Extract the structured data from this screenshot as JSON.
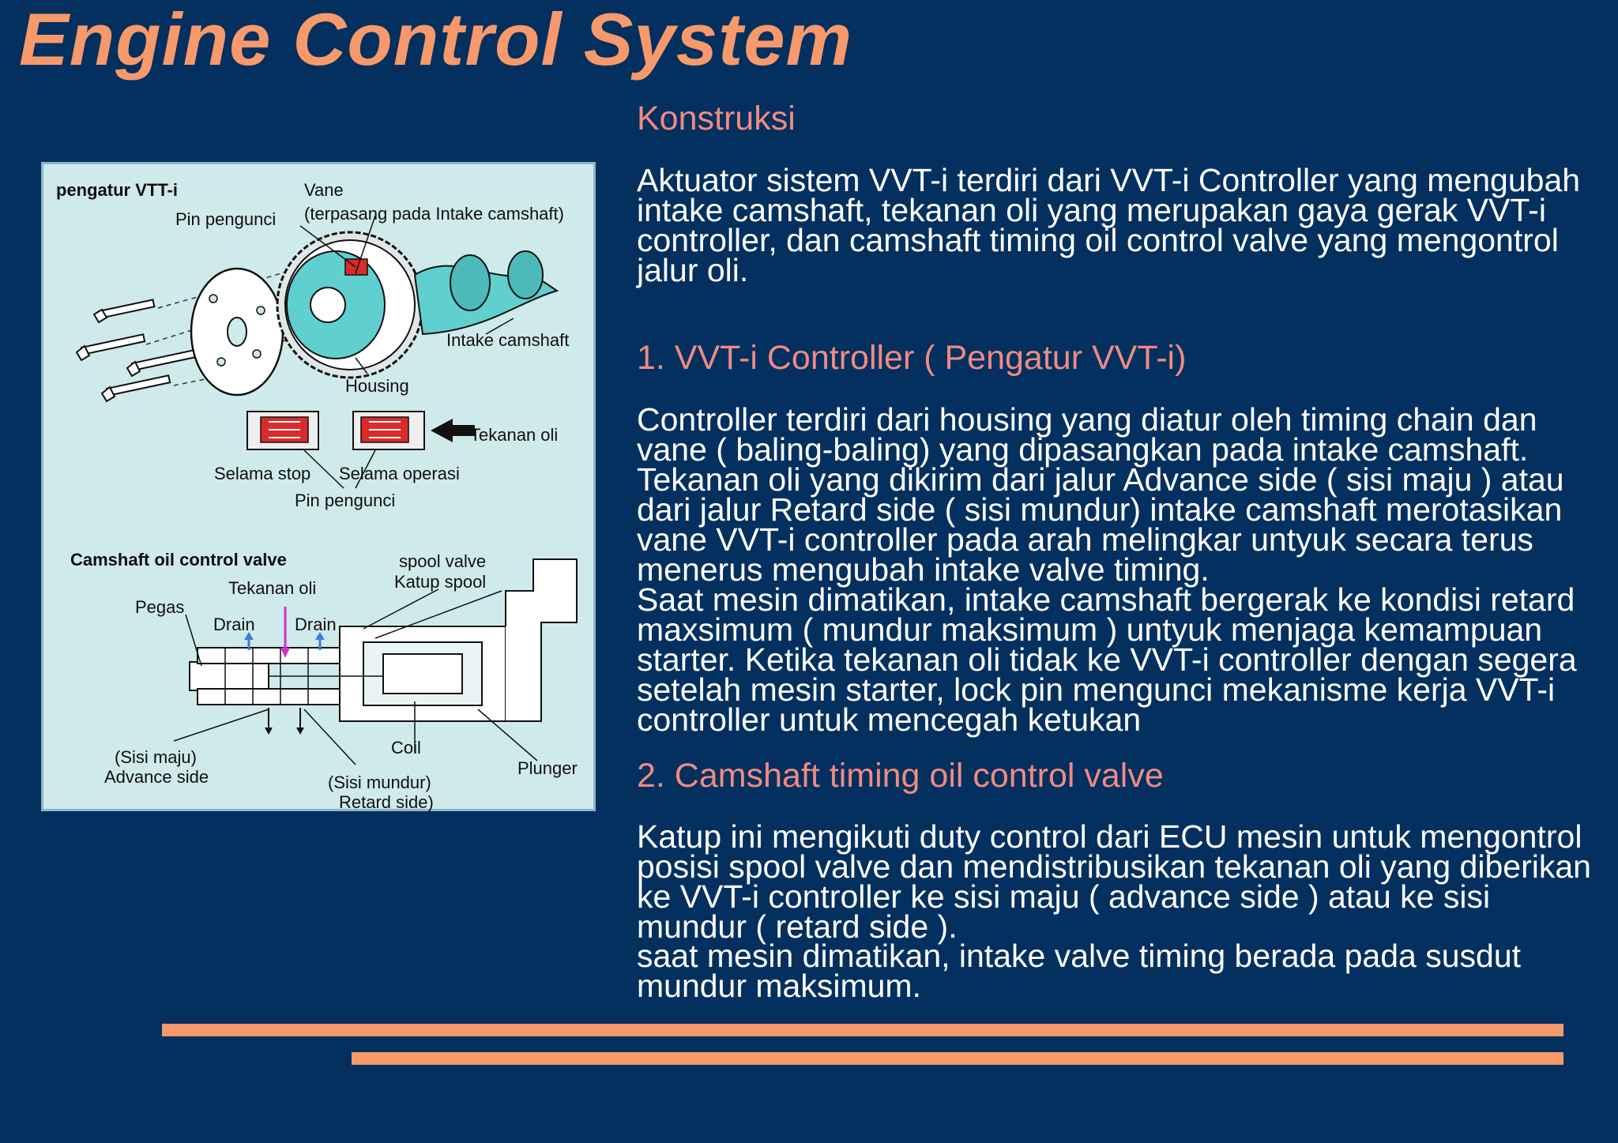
{
  "title": "Engine Control System",
  "section_construction": "Konstruksi",
  "intro_text": "Aktuator sistem VVT-i terdiri  dari VVT-i Controller yang mengubah intake camshaft, tekanan oli yang merupakan gaya gerak VVT-i controller, dan camshaft timing oil control valve yang mengontrol jalur oli.",
  "heading_1": "1. VVT-i Controller ( Pengatur VVT-i)",
  "text_1a": "Controller terdiri dari housing yang diatur oleh timing chain dan vane ( baling-baling) yang dipasangkan pada intake camshaft. Tekanan oli yang dikirim dari jalur Advance side ( sisi maju ) atau dari jalur Retard side ( sisi mundur) intake camshaft merotasikan vane VVT-i controller pada arah melingkar untyuk secara terus menerus mengubah intake valve timing.",
  "text_1b": "Saat mesin dimatikan, intake camshaft bergerak ke kondisi retard maxsimum ( mundur maksimum ) untyuk menjaga kemampuan starter. Ketika tekanan oli tidak ke  VVT-i controller dengan segera  setelah mesin starter, lock pin mengunci mekanisme kerja VVT-i controller untuk mencegah ketukan",
  "heading_2": "2. Camshaft timing oil control valve",
  "text_2a": "Katup ini mengikuti duty control dari ECU mesin untuk mengontrol posisi spool valve dan mendistribusikan tekanan oli yang diberikan ke VVT-i controller ke sisi maju ( advance side ) atau ke sisi mundur ( retard side ).",
  "text_2b": "saat mesin dimatikan, intake valve timing berada pada susdut mundur maksimum.",
  "diagram": {
    "vvt_title": "pengatur VTT-i",
    "vane": "Vane",
    "vane_note": "(terpasang pada Intake camshaft)",
    "pin_top": "Pin pengunci",
    "intake_camshaft": "Intake camshaft",
    "housing": "Housing",
    "tekanan_oli_top": "Tekanan oli",
    "selama_stop": "Selama stop",
    "selama_operasi": "Selama operasi",
    "pin_bottom": "Pin pengunci",
    "ocv_title": "Camshaft oil control valve",
    "spool_valve": "spool  valve",
    "katup_spool": "Katup spool",
    "tekanan_oli": "Tekanan oli",
    "pegas": "Pegas",
    "drain_left": "Drain",
    "drain_right": "Drain",
    "coil": "Coil",
    "plunger": "Plunger",
    "sisi_maju": "(Sisi maju)",
    "advance_side": "Advance side",
    "sisi_mundur": "(Sisi mundur)",
    "retard_side": "Retard side)"
  },
  "colors": {
    "background": "#03305f",
    "accent": "#f7996b",
    "subheading": "#f08a82",
    "diagram_bg": "#cfeaea"
  }
}
